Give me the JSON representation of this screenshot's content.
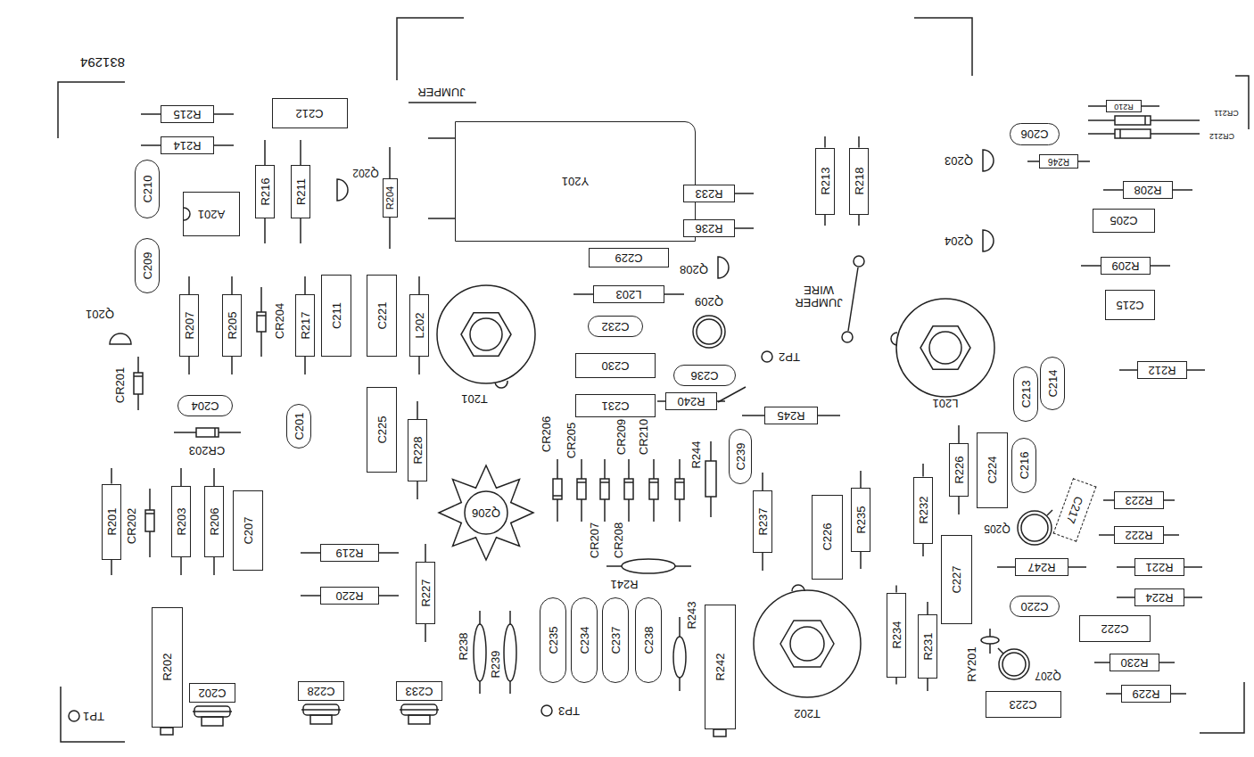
{
  "diagram": {
    "nodes": [
      {
        "text": [
          "R215"
        ]
      },
      {
        "text": [
          "R214"
        ]
      },
      {
        "text": [
          "C212"
        ]
      },
      {
        "text": [
          "Y201"
        ]
      },
      {
        "text": [
          "R233"
        ],
        "in": 3
      },
      {
        "text": [
          "R236"
        ],
        "in": 3
      },
      {
        "text": [
          "R216"
        ]
      },
      {
        "text": [
          "R211"
        ]
      },
      {
        "text": [
          "R204"
        ]
      },
      {
        "text": [
          "R213"
        ]
      },
      {
        "text": [
          "R218"
        ]
      },
      {
        "text": [
          "C206"
        ]
      },
      {
        "text": [
          "R210"
        ]
      },
      {
        "text": [
          "R246"
        ]
      },
      {
        "text": [
          "C210"
        ]
      },
      {
        "text": [
          "A201"
        ]
      },
      {
        "text": [
          "R208"
        ]
      },
      {
        "text": [
          "C205"
        ]
      },
      {
        "text": [
          "C229"
        ]
      },
      {
        "text": [
          "C209"
        ]
      },
      {
        "text": [
          "R209"
        ]
      },
      {
        "text": [
          "L203"
        ]
      },
      {
        "text": [
          "C215"
        ]
      },
      {
        "text": [
          "R207"
        ]
      },
      {
        "text": [
          "R205"
        ]
      },
      {
        "text": [
          "R217"
        ]
      },
      {
        "text": [
          "C211"
        ]
      },
      {
        "text": [
          "C221"
        ]
      },
      {
        "text": [
          "L202"
        ]
      },
      {
        "text": [
          "C232"
        ]
      },
      {
        "text": [
          "C230"
        ]
      },
      {
        "text": [
          "R212"
        ]
      },
      {
        "text": [
          "C236"
        ]
      },
      {
        "text": [
          "C214"
        ]
      },
      {
        "text": [
          "C213"
        ]
      },
      {
        "text": [
          "C204"
        ]
      },
      {
        "text": [
          "C231"
        ]
      },
      {
        "text": [
          "R240"
        ]
      },
      {
        "text": [
          "R245"
        ]
      },
      {
        "text": [
          "C201"
        ]
      },
      {
        "text": [
          "C225"
        ]
      },
      {
        "text": [
          "R228"
        ]
      },
      {
        "text": [
          "C239"
        ]
      },
      {
        "text": [
          "C224"
        ]
      },
      {
        "text": [
          "C216"
        ]
      },
      {
        "text": [
          "R226"
        ]
      },
      {
        "text": [
          "C217"
        ]
      },
      {
        "text": [
          "R223"
        ]
      },
      {
        "text": [
          "Q206"
        ]
      },
      {
        "text": [
          "R232"
        ]
      },
      {
        "text": [
          "R235"
        ]
      },
      {
        "text": [
          "R237"
        ]
      },
      {
        "text": [
          "R201"
        ]
      },
      {
        "text": [
          "R203"
        ]
      },
      {
        "text": [
          "R206"
        ]
      },
      {
        "text": [
          "C207"
        ]
      },
      {
        "text": [
          "R222"
        ]
      },
      {
        "text": [
          "C226"
        ]
      },
      {
        "text": [
          "R219"
        ]
      },
      {
        "text": [
          "R247"
        ]
      },
      {
        "text": [
          "R221"
        ]
      },
      {
        "text": [
          "C227"
        ]
      },
      {
        "text": [
          "R220"
        ]
      },
      {
        "text": [
          "R227"
        ]
      },
      {
        "text": [
          "R224"
        ]
      },
      {
        "text": [
          "C220"
        ]
      },
      {
        "text": [
          "C222"
        ]
      },
      {
        "text": [
          "C235"
        ]
      },
      {
        "text": [
          "C234"
        ]
      },
      {
        "text": [
          "C237"
        ]
      },
      {
        "text": [
          "C238"
        ]
      },
      {
        "text": [
          "R234"
        ]
      },
      {
        "text": [
          "R231"
        ]
      },
      {
        "text": [
          "R242"
        ]
      },
      {
        "text": [
          "R202"
        ]
      },
      {
        "text": [
          "R230"
        ]
      },
      {
        "text": [
          "C202"
        ]
      },
      {
        "text": [
          "C228"
        ]
      },
      {
        "text": [
          "C233"
        ]
      },
      {
        "text": [
          "R229"
        ]
      },
      {
        "text": [
          "C223"
        ]
      }
    ],
    "labels": [
      "831294",
      "JUMPER",
      "Q202",
      "Q203",
      "Q201",
      "Q204",
      "Q208",
      "JUMPER WIRE",
      "Q209",
      "T201",
      "TP2",
      "L201",
      "CR211",
      "CR212",
      "CR201",
      "CR204",
      "CR203",
      "CR206",
      "CR205",
      "CR209",
      "CR210",
      "R244",
      "CR207",
      "CR208",
      "Q205",
      "CR202",
      "R241",
      "R238",
      "R239",
      "R243",
      "T202",
      "RY201",
      "Q207",
      "TP1",
      "TP3"
    ]
  }
}
